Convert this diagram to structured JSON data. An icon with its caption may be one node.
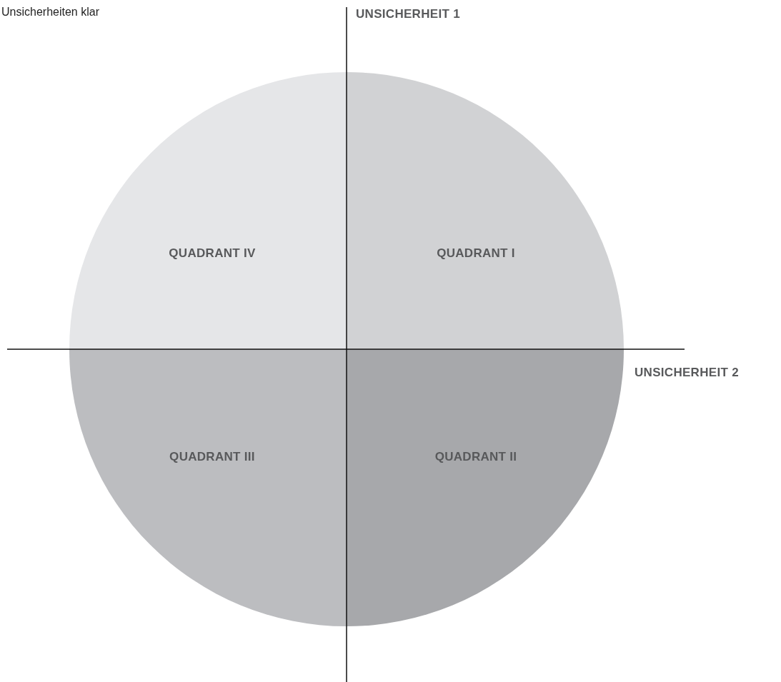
{
  "diagram": {
    "nodes": [
      {
        "text": [
          "QUADRANT IV"
        ]
      },
      {
        "text": [
          "QUADRANT I"
        ]
      },
      {
        "text": [
          "QUADRANT III"
        ]
      },
      {
        "text": [
          "QUADRANT II"
        ]
      }
    ],
    "labels": [
      "Unsicherheiten klar",
      "UNSICHERHEIT 1",
      "UNSICHERHEIT 2"
    ]
  }
}
